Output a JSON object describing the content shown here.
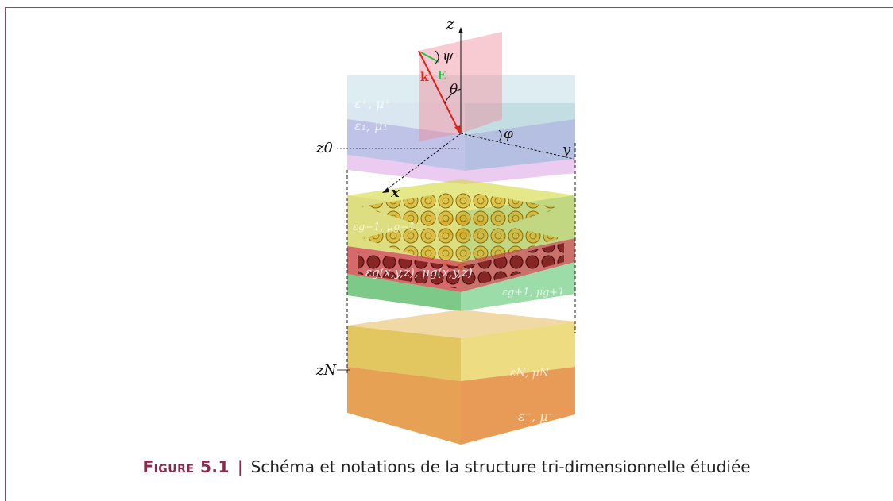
{
  "caption": {
    "label": "Figure 5.1",
    "separator": "|",
    "text": "Schéma et notations de la structure tri-dimensionnelle étudiée"
  },
  "axes": {
    "z": "z",
    "y": "y",
    "x": "x"
  },
  "planes": {
    "z0": "z0",
    "zN": "zN"
  },
  "vectors": {
    "k": "k",
    "E": "E"
  },
  "angles": {
    "psi": "ψ",
    "theta": "θ",
    "phi": "φ"
  },
  "layers": {
    "top": "ε⁺, μ⁺",
    "first": "ε₁, μ₁",
    "g_minus": "εg−1, μg−1",
    "g": "εg(x,y,z), μg(x,y,z)",
    "g_plus": "εg+1, μg+1",
    "n": "εN, μN",
    "bottom": "ε⁻, μ⁻"
  },
  "colors": {
    "accent": "#8b2a4a",
    "k_vector": "#e0201a",
    "e_vector": "#2fbf4a"
  }
}
